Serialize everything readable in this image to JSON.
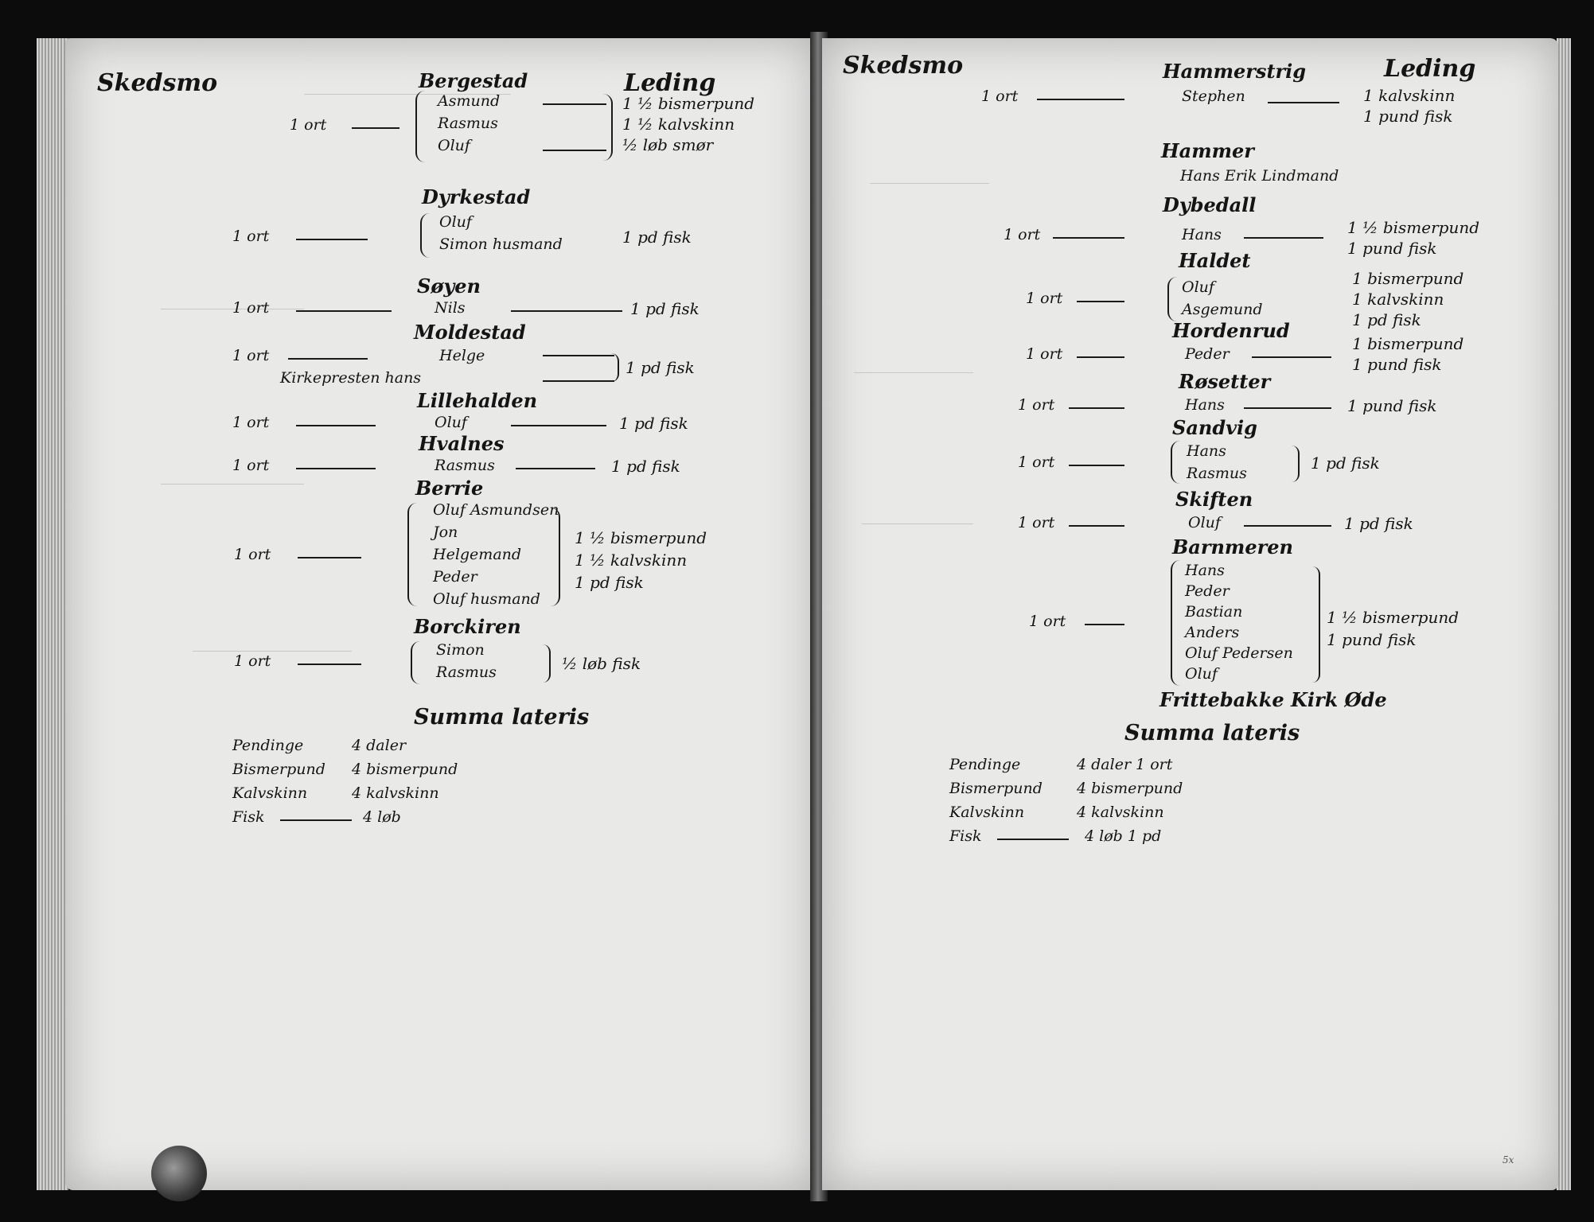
{
  "left_page": {
    "parish": "Skedsmo",
    "column_header": "Leding",
    "groups": [
      {
        "name": "Bergestad",
        "tenant_label": "1 ort",
        "names": [
          "Asmund",
          "Rasmus",
          "Oluf"
        ],
        "tax": [
          "1 ½ bismerpund",
          "1 ½ kalvskinn",
          "½ løb smør"
        ]
      },
      {
        "name": "Dyrkestad",
        "tenant_label": "1 ort",
        "names": [
          "Oluf",
          "Simon husmand"
        ],
        "tax": [
          "1 pd fisk"
        ]
      },
      {
        "name": "Søyen",
        "tenant_label": "1 ort",
        "names": [
          "Nils"
        ],
        "tax": [
          "1 pd fisk"
        ]
      },
      {
        "name": "Moldestad",
        "tenant_label": "1 ort",
        "names": [
          "Helge",
          "Kirkepresten hans"
        ],
        "tax": [
          "1 pd fisk"
        ]
      },
      {
        "name": "Lillehalden",
        "tenant_label": "1 ort",
        "names": [
          "Oluf"
        ],
        "tax": [
          "1 pd fisk"
        ]
      },
      {
        "name": "Hvalnes",
        "tenant_label": "1 ort",
        "names": [
          "Rasmus"
        ],
        "tax": [
          "1 pd fisk"
        ]
      },
      {
        "name": "Berrie",
        "tenant_label": "1 ort",
        "names": [
          "Oluf Asmundsen",
          "Jon",
          "Helgemand",
          "Peder",
          "Oluf husmand"
        ],
        "tax": [
          "1 ½ bismerpund",
          "1 ½ kalvskinn",
          "1 pd fisk"
        ]
      },
      {
        "name": "Borckiren",
        "tenant_label": "1 ort",
        "names": [
          "Simon",
          "Rasmus"
        ],
        "tax": [
          "½ løb fisk"
        ]
      }
    ],
    "summary_heading": "Summa lateris",
    "summary": [
      {
        "label": "Pendinge",
        "value": "4 daler"
      },
      {
        "label": "Bismerpund",
        "value": "4 bismerpund"
      },
      {
        "label": "Kalvskinn",
        "value": "4 kalvskinn"
      },
      {
        "label": "Fisk",
        "value": "4 løb"
      }
    ]
  },
  "right_page": {
    "parish": "Skedsmo",
    "column_header": "Leding",
    "groups": [
      {
        "name": "Hammerstrig",
        "tenant_label": "1 ort",
        "names": [
          "Stephen"
        ],
        "tax": [
          "1 kalvskinn",
          "1 pund fisk"
        ]
      },
      {
        "name": "Hammer",
        "tenant_label": "",
        "names": [
          "Hans Erik Lindmand"
        ],
        "tax": []
      },
      {
        "name": "Dybedall",
        "tenant_label": "1 ort",
        "names": [
          "Hans"
        ],
        "tax": [
          "1 ½ bismerpund",
          "1 pund fisk"
        ]
      },
      {
        "name": "Haldet",
        "tenant_label": "1 ort",
        "names": [
          "Oluf",
          "Asgemund"
        ],
        "tax": [
          "1 bismerpund",
          "1 kalvskinn",
          "1 pd fisk"
        ]
      },
      {
        "name": "Hordenrud",
        "tenant_label": "1 ort",
        "names": [
          "Peder"
        ],
        "tax": [
          "1 bismerpund",
          "1 pund fisk"
        ]
      },
      {
        "name": "Røsetter",
        "tenant_label": "1 ort",
        "names": [
          "Hans"
        ],
        "tax": [
          "1 pund fisk"
        ]
      },
      {
        "name": "Sandvig",
        "tenant_label": "1 ort",
        "names": [
          "Hans",
          "Rasmus"
        ],
        "tax": [
          "1 pd fisk"
        ]
      },
      {
        "name": "Skiften",
        "tenant_label": "1 ort",
        "names": [
          "Oluf"
        ],
        "tax": [
          "1 pd fisk"
        ]
      },
      {
        "name": "Barnmeren",
        "tenant_label": "1 ort",
        "names": [
          "Hans",
          "Peder",
          "Bastian",
          "Anders",
          "Oluf Pedersen",
          "Oluf"
        ],
        "tax": [
          "1 ½ bismerpund",
          "1 pund fisk"
        ]
      }
    ],
    "footnote": "Frittebakke Kirk Øde",
    "summary_heading": "Summa lateris",
    "summary": [
      {
        "label": "Pendinge",
        "value": "4 daler 1 ort"
      },
      {
        "label": "Bismerpund",
        "value": "4 bismerpund"
      },
      {
        "label": "Kalvskinn",
        "value": "4 kalvskinn"
      },
      {
        "label": "Fisk",
        "value": "4 løb 1 pd"
      }
    ]
  },
  "page_number": "5x"
}
